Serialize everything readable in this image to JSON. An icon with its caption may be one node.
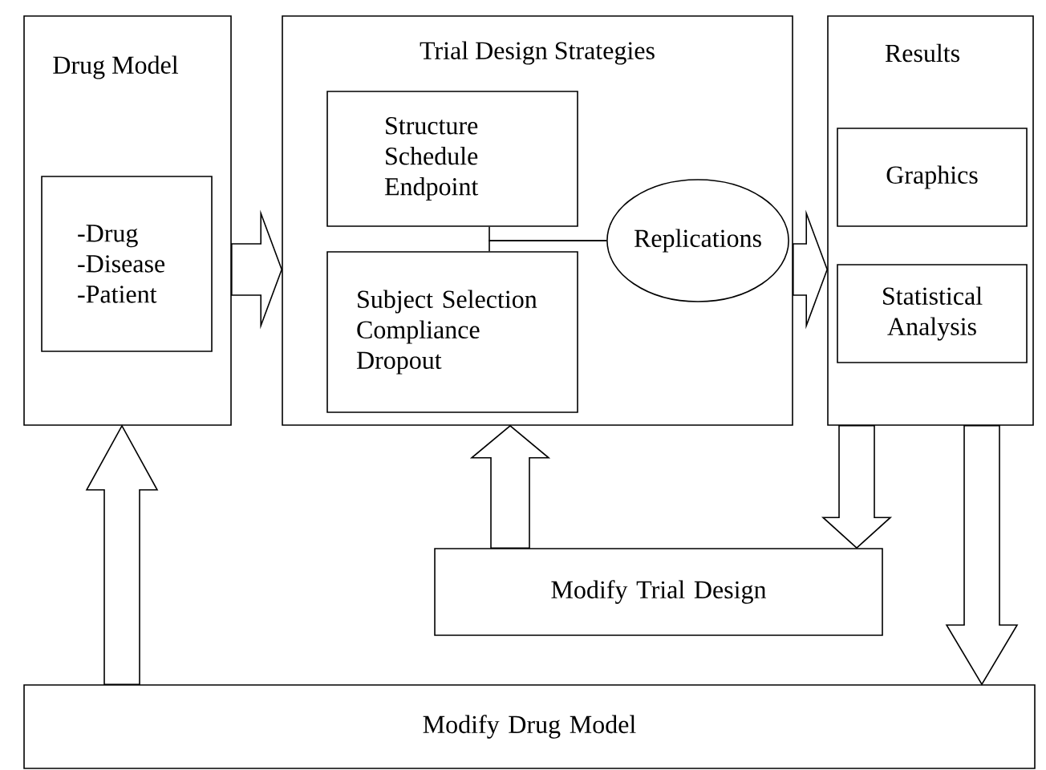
{
  "diagram": {
    "nodes": [
      {
        "text": [
          "Drug Model"
        ]
      },
      {
        "text": [
          "-Drug -Disease -Patient"
        ],
        "in": 0
      },
      {
        "text": [
          "Trial Design Strategies"
        ]
      },
      {
        "text": [
          "Structure Schedule Endpoint"
        ],
        "in": 2
      },
      {
        "text": [
          "Subject Selection Compliance Dropout"
        ],
        "in": 2
      },
      {
        "text": [
          "Replications"
        ],
        "in": 2
      },
      {
        "text": [
          "Results"
        ]
      },
      {
        "text": [
          "Graphics"
        ],
        "in": 6
      },
      {
        "text": [
          "Statistical Analysis"
        ],
        "in": 6
      },
      {
        "text": [
          "Modify Trial Design"
        ]
      },
      {
        "text": [
          "Modify Drug Model"
        ]
      }
    ],
    "edges": [
      {
        "from": 0,
        "to": 2,
        "arrow": "to"
      },
      {
        "from": 3,
        "to": 5,
        "arrow": "none"
      },
      {
        "from": 4,
        "to": 5,
        "arrow": "none"
      },
      {
        "from": 2,
        "to": 6,
        "arrow": "to"
      },
      {
        "from": 6,
        "to": 9,
        "arrow": "to"
      },
      {
        "from": 6,
        "to": 10,
        "arrow": "to"
      },
      {
        "from": 9,
        "to": 2,
        "arrow": "to"
      },
      {
        "from": 10,
        "to": 0,
        "arrow": "to"
      }
    ]
  }
}
